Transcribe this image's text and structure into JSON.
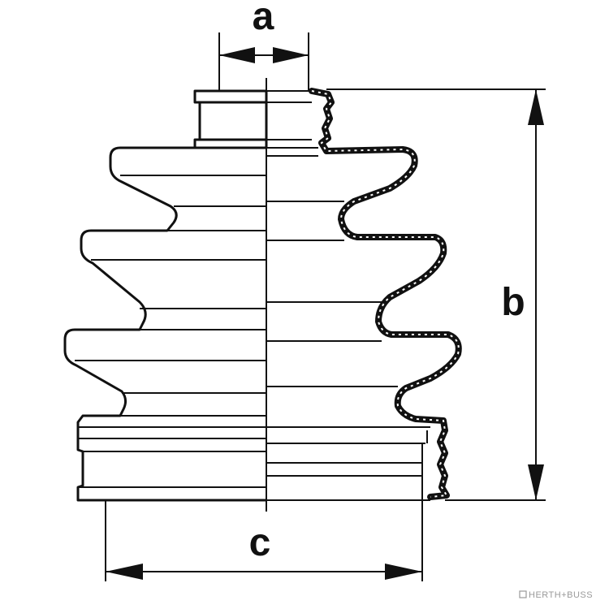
{
  "diagram": {
    "labels": {
      "a": "a",
      "b": "b",
      "c": "c"
    },
    "brand": {
      "text": "HERTH+BUSS"
    },
    "colors": {
      "line": "#111111",
      "background": "#ffffff",
      "brand": "#9a9a9a"
    }
  }
}
